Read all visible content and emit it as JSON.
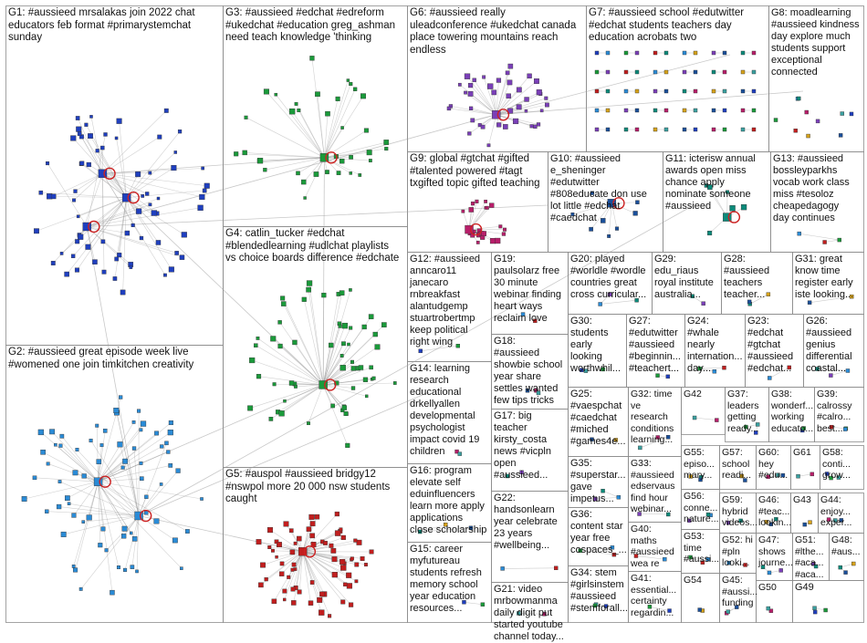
{
  "colors": {
    "background": "#ffffff",
    "border": "#8c8c8c",
    "edge": "#9a9a9a",
    "self_loop": "#cc2222",
    "group_palette": [
      "#1f3fbf",
      "#1a9a3a",
      "#c11e1e",
      "#2a8bd6",
      "#7a3fb8",
      "#0c8a7a",
      "#d6a21a",
      "#1a4f9a",
      "#b81e6a",
      "#3aa0a0"
    ]
  },
  "groups": [
    {
      "id": "G1",
      "label": "G1: #aussieed mrsalakas join 2022 chat\neducators feb format #primarystemchat\nsunday"
    },
    {
      "id": "G2",
      "label": "G2: #aussieed great episode week live\n#womened one join timkitchen creativity"
    },
    {
      "id": "G3",
      "label": "G3: #aussieed #edchat #edreform\n#ukedchat #education greg_ashman\nneed teach knowledge 'thinking"
    },
    {
      "id": "G4",
      "label": "G4: catlin_tucker #edchat\n#blendedlearning #udlchat playlists\nvs choice boards difference #edchate"
    },
    {
      "id": "G5",
      "label": "G5: #auspol #aussieed bridgy12\n#nswpol more 20 000 nsw students\ncaught"
    },
    {
      "id": "G6",
      "label": "G6: #aussieed really\nuleadconference #ukedchat canada\nplace towering mountains reach\nendless"
    },
    {
      "id": "G7",
      "label": "G7: #aussieed school #edutwitter\n#edchat students teachers day\neducation acrobats two"
    },
    {
      "id": "G8",
      "label": "G8: moadlearning\n#aussieed kindness\nday explore much\nstudents support\nexceptional\nconnected"
    },
    {
      "id": "G9",
      "label": "G9: global #gtchat #gifted\n#talented powered #tagt\ntxgifted topic gifted teaching"
    },
    {
      "id": "G10",
      "label": "G10: #aussieed\ne_sheninger\n#edutwitter\n#808educate don use\nlot little #edchat\n#caedchat"
    },
    {
      "id": "G11",
      "label": "G11: icterisw annual\nawards open miss\nchance apply\nnominate someone\n#aussieed"
    },
    {
      "id": "G12",
      "label": "G12: #aussieed\nanncaro11\njanecaro\nrnbreakfast\nalantudgemp\nstuartrobertmp\nkeep political\nright wing"
    },
    {
      "id": "G13",
      "label": "G13: #aussieed\nbossleyparkhs\nvocab work class\nmiss #tesoloz\ncheapedagogy\nday continues"
    },
    {
      "id": "G14",
      "label": "G14: learning\nresearch\neducational\ndrkellyallen\ndevelopmental\npsychologist\nimpact covid 19\nchildren"
    },
    {
      "id": "G15",
      "label": "G15: career\nmyfutureau\nstudents refresh\nmemory school\nyear education\nresources..."
    },
    {
      "id": "G16",
      "label": "G16: program\nelevate self\neduinfluencers\nlearn more apply\napplications\nclose scholarship"
    },
    {
      "id": "G17",
      "label": "G17: big\nteacher\nkirsty_costa\nnews #vicpln\nopen\n#aussieed..."
    },
    {
      "id": "G18",
      "label": "G18:\n#aussieed\nshowbie school\nyear share\nsettles wanted\nfew tips tricks"
    },
    {
      "id": "G19",
      "label": "G19:\npaulsolarz free\n30 minute\nwebinar finding\nheart ways\nreclaim love"
    },
    {
      "id": "G20",
      "label": "G20: played\n#worldle #wordle\ncountries great\ncross curricular..."
    },
    {
      "id": "G21",
      "label": "G21: video\nmrbowmanma\ndaily digit put\nstarted youtube\nchannel today..."
    },
    {
      "id": "G22",
      "label": "G22:\nhandsonlearn\nyear celebrate\n23 years\n#wellbeing..."
    },
    {
      "id": "G23",
      "label": "G23:\n#edchat\n#gtchat\n#aussieed\n#edchat..."
    },
    {
      "id": "G24",
      "label": "G24:\n#whale\nnearly\ninternation...\nday..."
    },
    {
      "id": "G25",
      "label": "G25:\n#vaespchat\n#caedchat\n#miched\n#games4e..."
    },
    {
      "id": "G26",
      "label": "G26:\n#aussieed\ngenius\ndifferential\ncoastal..."
    },
    {
      "id": "G27",
      "label": "G27:\n#edutwitter\n#aussieed\n#beginnin...\n#teachert..."
    },
    {
      "id": "G28",
      "label": "G28:\n#aussieed\nteachers\nteacher..."
    },
    {
      "id": "G29",
      "label": "G29:\nedu_riaus\nroyal institute\naustralia..."
    },
    {
      "id": "G30",
      "label": "G30:\nstudents\nearly\nlooking\nworthwhil..."
    },
    {
      "id": "G31",
      "label": "G31: great\nknow time\nregister early\niste looking..."
    },
    {
      "id": "G32",
      "label": "G32: time\nve\nresearch\nconditions\nlearning..."
    },
    {
      "id": "G33",
      "label": "G33:\n#aussieed\nedservaus\nfind hour\nwebinar..."
    },
    {
      "id": "G34",
      "label": "G34: stem\n#girlsinstem\n#aussieed\n#stemforall..."
    },
    {
      "id": "G35",
      "label": "G35:\n#superstar...\ngave\nimpetus..."
    },
    {
      "id": "G36",
      "label": "G36:\ncontent star\nyear free\ncospaces_..."
    },
    {
      "id": "G37",
      "label": "G37:\nleaders\ngetting\nready..."
    },
    {
      "id": "G38",
      "label": "G38:\nwonderf...\nworking\neducato..."
    },
    {
      "id": "G39",
      "label": "G39:\ncalrossy\n#calro...\nbest..."
    },
    {
      "id": "G40",
      "label": "G40:\nmaths\n#aussieed\nwea re"
    },
    {
      "id": "G41",
      "label": "G41:\nessential...\ncertainty\nregardin..."
    },
    {
      "id": "G42",
      "label": "G42"
    },
    {
      "id": "G43",
      "label": "G43"
    },
    {
      "id": "G44",
      "label": "G44:\nenjoy...\nexper..."
    },
    {
      "id": "G45",
      "label": "G45:\n#aussi...\nfunding"
    },
    {
      "id": "G46",
      "label": "G46:\n#teac...\nlookin..."
    },
    {
      "id": "G47",
      "label": "G47:\nshows\njourne..."
    },
    {
      "id": "G48",
      "label": "G48:\n#aus..."
    },
    {
      "id": "G49",
      "label": "G49"
    },
    {
      "id": "G50",
      "label": "G50"
    },
    {
      "id": "G51",
      "label": "G51:\n#lthe...\n#aca...\n#aca..."
    },
    {
      "id": "G52",
      "label": "G52: hi\n#pln\nlooki..."
    },
    {
      "id": "G53",
      "label": "G53:\ntime\n#aussi..."
    },
    {
      "id": "G54",
      "label": "G54"
    },
    {
      "id": "G55",
      "label": "G55:\nepiso...\nmary..."
    },
    {
      "id": "G56",
      "label": "G56:\nconne...\nnature..."
    },
    {
      "id": "G57",
      "label": "G57:\nschool\nreadi..."
    },
    {
      "id": "G58",
      "label": "G58:\nconti...\ngrow..."
    },
    {
      "id": "G59",
      "label": "G59:\nhybrid\nvideos..."
    },
    {
      "id": "G60",
      "label": "G60:\nhey\n#edu..."
    },
    {
      "id": "G61",
      "label": "G61"
    }
  ]
}
